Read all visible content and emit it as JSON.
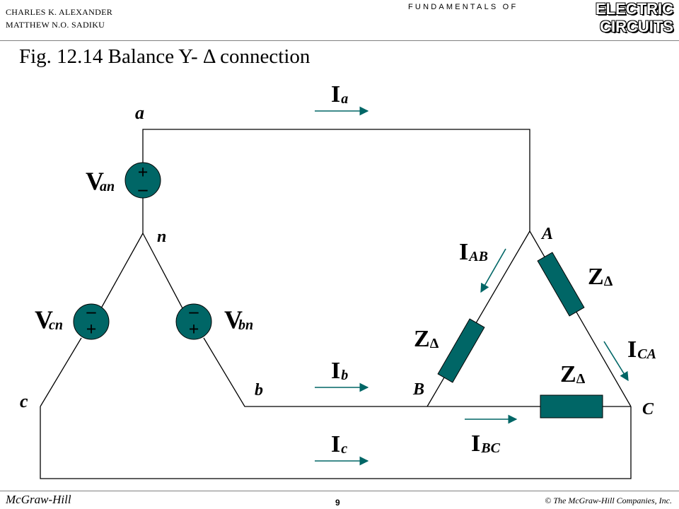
{
  "header": {
    "author1": "CHARLES K. ALEXANDER",
    "author2": "MATTHEW N.O. SADIKU",
    "series": "FUNDAMENTALS OF",
    "brand_line1": "ELECTRIC",
    "brand_line2": "CIRCUITS"
  },
  "title": "Fig. 12.14 Balance Y- Δ  connection",
  "diagram": {
    "nodes": {
      "a": "a",
      "n": "n",
      "b": "b",
      "c": "c",
      "A": "A",
      "B": "B",
      "C": "C"
    },
    "sources": {
      "van": {
        "main": "V",
        "sub": "an",
        "top_sign": "+",
        "bottom_sign": "–"
      },
      "vbn": {
        "main": "V",
        "sub": "bn",
        "top_sign": "–",
        "bottom_sign": "+"
      },
      "vcn": {
        "main": "V",
        "sub": "cn",
        "top_sign": "–",
        "bottom_sign": "+"
      }
    },
    "currents": {
      "ia": {
        "main": "I",
        "sub": "a"
      },
      "ib": {
        "main": "I",
        "sub": "b"
      },
      "ic": {
        "main": "I",
        "sub": "c"
      },
      "iab": {
        "main": "I",
        "sub": "AB"
      },
      "ibc": {
        "main": "I",
        "sub": "BC"
      },
      "ica": {
        "main": "I",
        "sub": "CA"
      }
    },
    "impedance": {
      "main": "Z",
      "sub": "Δ"
    },
    "colors": {
      "component": "#006666",
      "wire": "#000000",
      "arrow": "#006666"
    }
  },
  "footer": {
    "publisher": "McGraw-Hill",
    "page": "9",
    "copyright": "© The McGraw-Hill Companies, Inc."
  }
}
